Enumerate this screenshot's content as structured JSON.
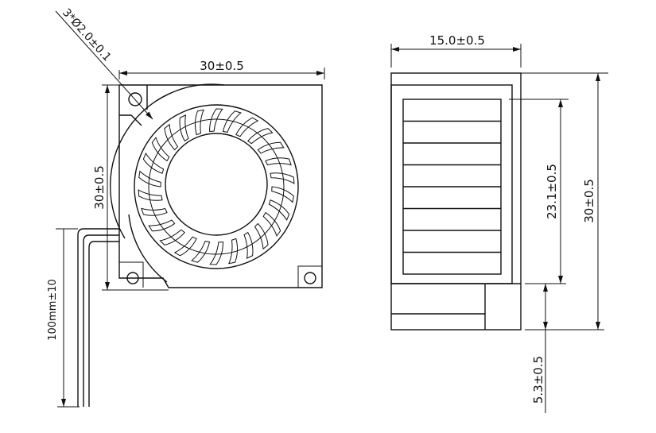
{
  "front_view": {
    "hole_label": "3*Ø2.0±0.1",
    "width_label": "30±0.5",
    "height_label": "30±0.5",
    "wire_length_label": "100mm±10"
  },
  "side_view": {
    "thickness_label": "15.0±0.5",
    "outlet_label": "23.1±0.5",
    "height_label": "30±0.5",
    "base_label": "5.3±0.5"
  }
}
